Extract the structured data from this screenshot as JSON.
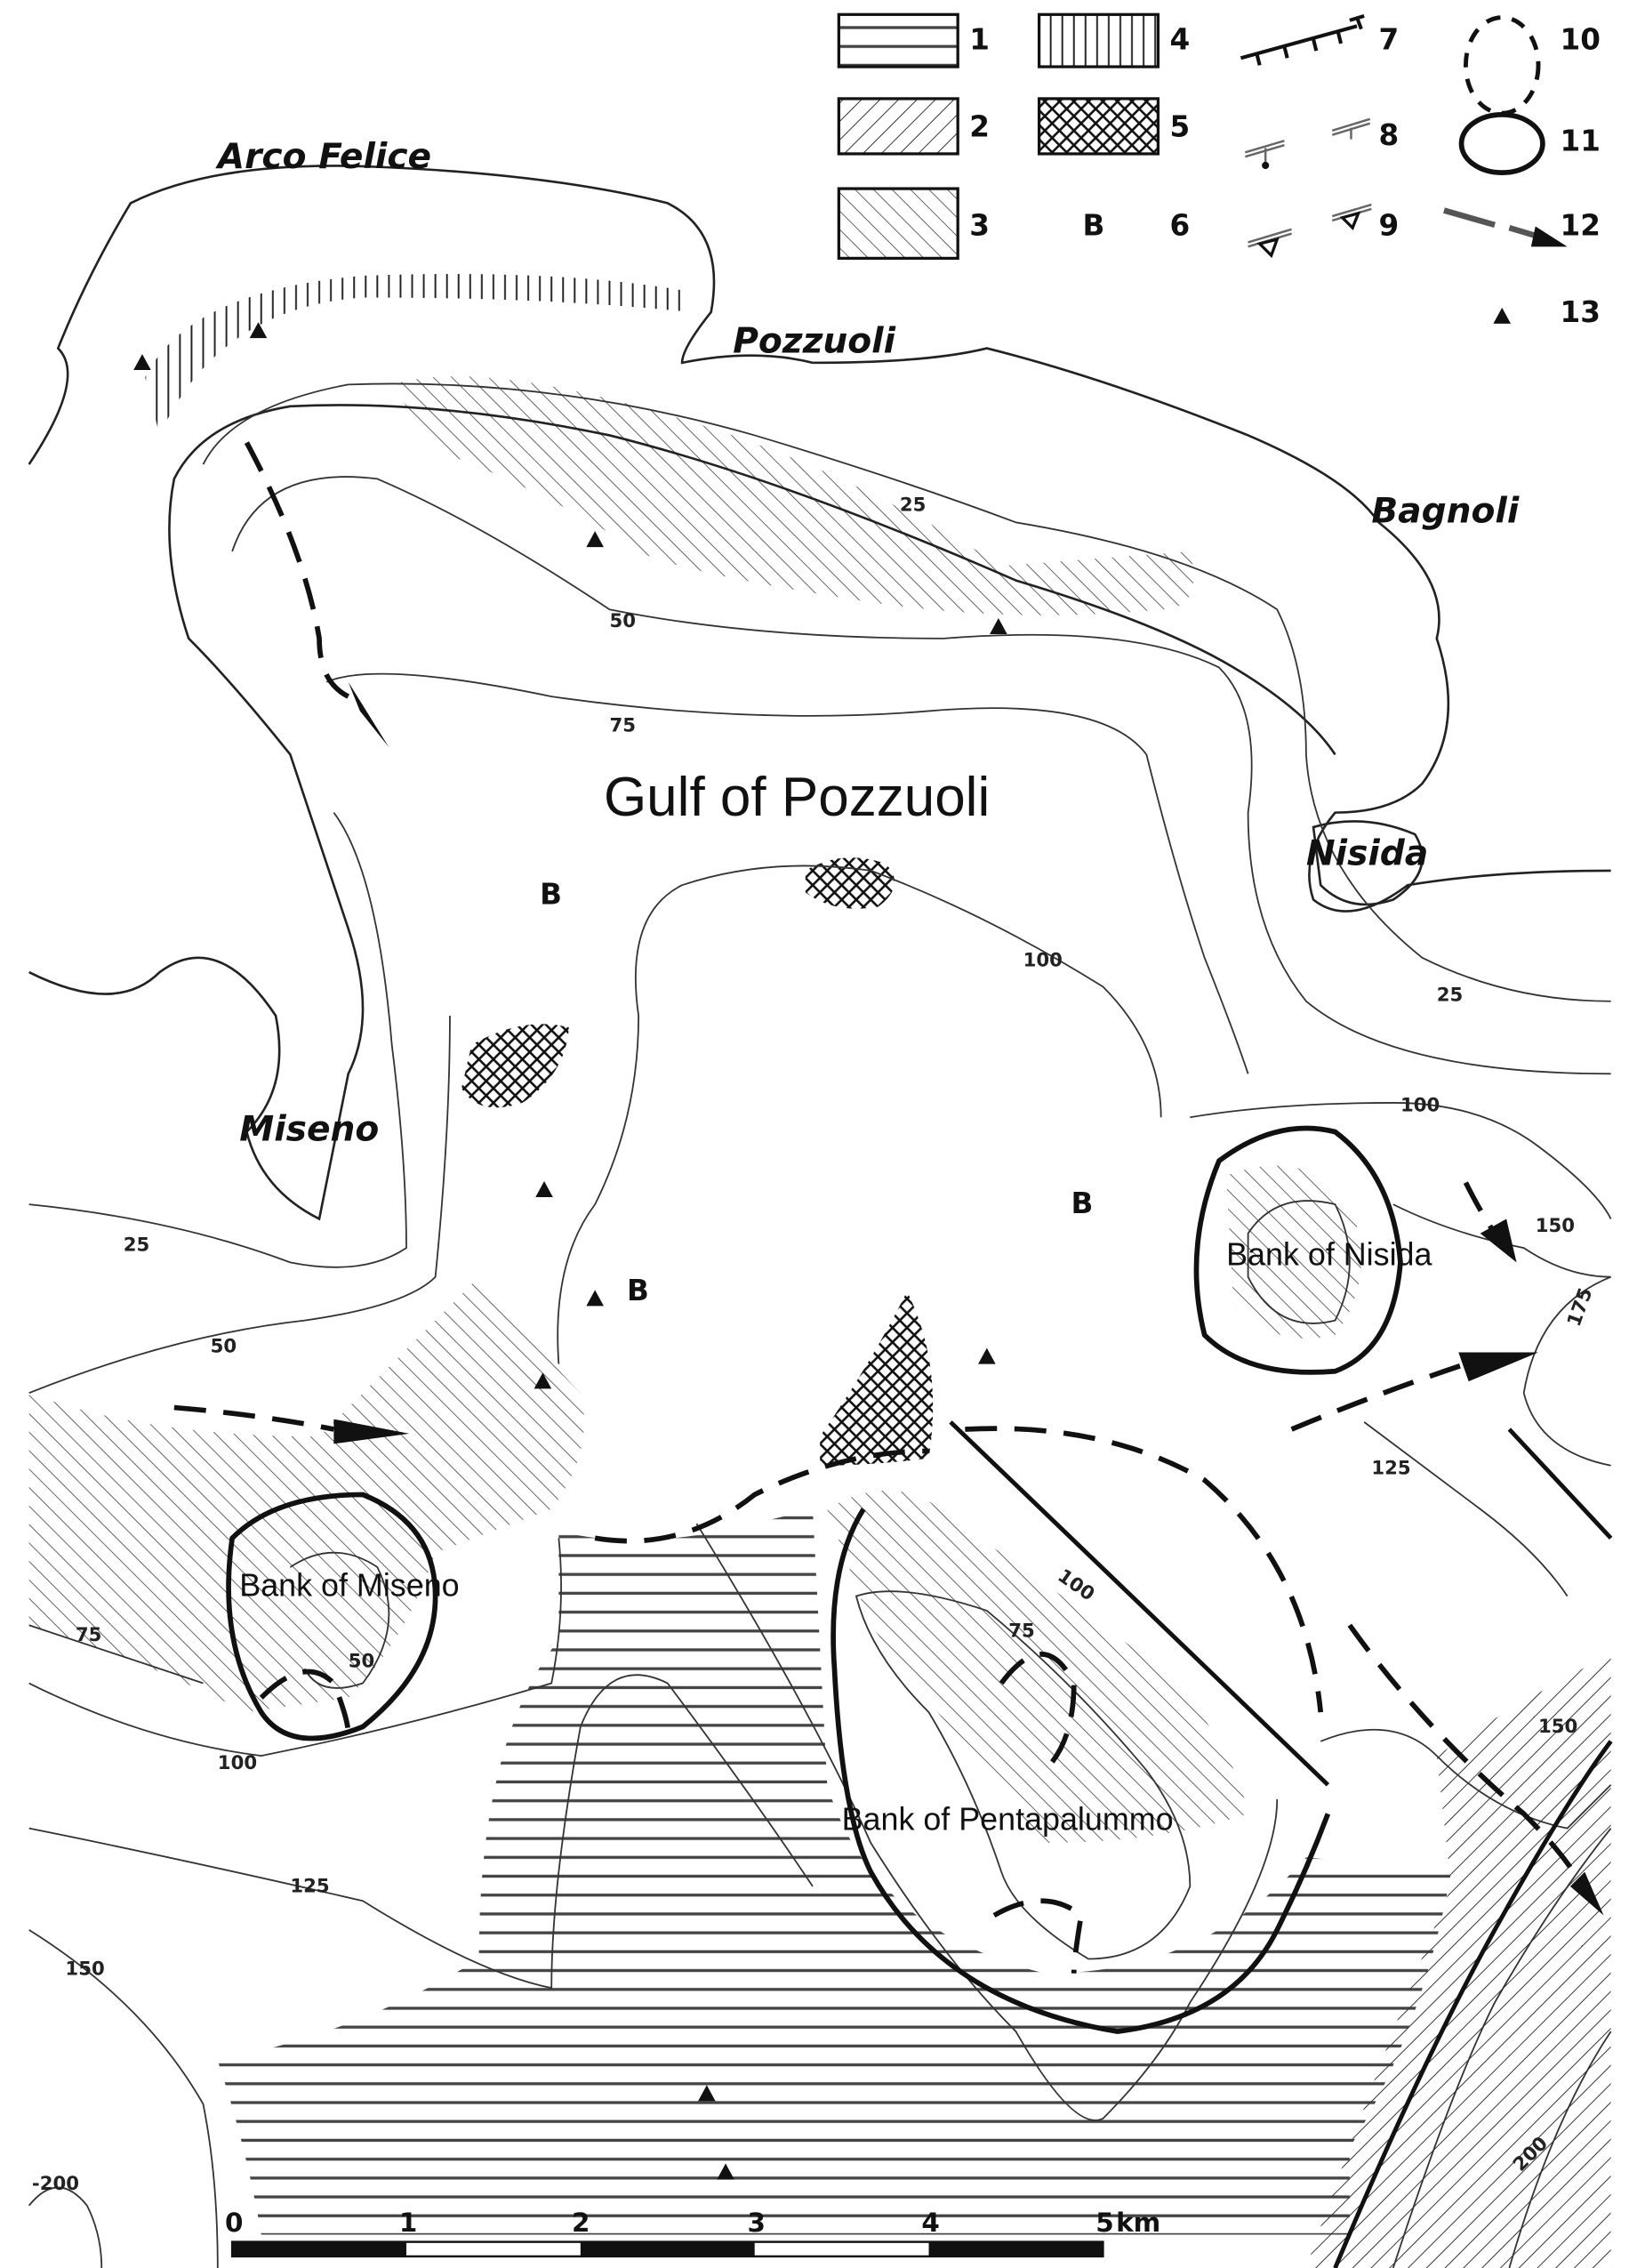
{
  "map": {
    "title": "Gulf of Pozzuoli",
    "places": {
      "arco_felice": "Arco Felice",
      "pozzuoli": "Pozzuoli",
      "bagnoli": "Bagnoli",
      "nisida": "Nisida",
      "miseno": "Miseno"
    },
    "banks": {
      "nisida": "Bank of Nisida",
      "miseno": "Bank of Miseno",
      "pentapalummo": "Bank of Pentapalummo"
    },
    "b_symbol": "B",
    "contour_labels": [
      "25",
      "50",
      "75",
      "100",
      "25",
      "100",
      "150",
      "175",
      "125",
      "100",
      "75",
      "25",
      "50",
      "75",
      "50",
      "100",
      "125",
      "150",
      "-200",
      "200",
      "150"
    ]
  },
  "legend": {
    "items": [
      {
        "number": "1",
        "pattern": "horizontal-lines"
      },
      {
        "number": "2",
        "pattern": "hatch-backslash"
      },
      {
        "number": "3",
        "pattern": "hatch-slash"
      },
      {
        "number": "4",
        "pattern": "vertical-lines"
      },
      {
        "number": "5",
        "pattern": "crosshatch"
      },
      {
        "number": "6",
        "symbol": "B"
      },
      {
        "number": "7",
        "symbol": "scarp-line-with-ticks"
      },
      {
        "number": "8",
        "symbol": "double-line-with-dot"
      },
      {
        "number": "9",
        "symbol": "double-line-with-triangle"
      },
      {
        "number": "10",
        "symbol": "dashed-ring-with-ticks"
      },
      {
        "number": "11",
        "symbol": "solid-ring-with-ticks"
      },
      {
        "number": "12",
        "symbol": "dashed-arrow"
      },
      {
        "number": "13",
        "symbol": "filled-triangle"
      }
    ]
  },
  "scale_bar": {
    "ticks": [
      "0",
      "1",
      "2",
      "3",
      "4",
      "5"
    ],
    "unit": "km"
  }
}
